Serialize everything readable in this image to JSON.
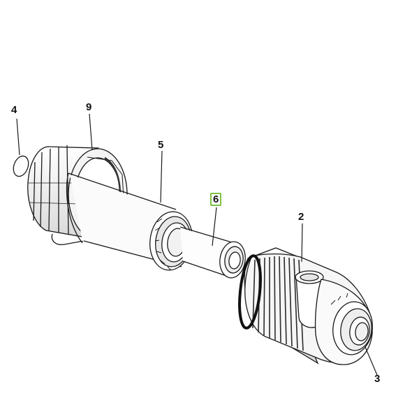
{
  "diagram": {
    "callouts": [
      {
        "id": "part-4",
        "label": "4"
      },
      {
        "id": "part-9",
        "label": "9"
      },
      {
        "id": "part-5",
        "label": "5"
      },
      {
        "id": "part-6",
        "label": "6",
        "highlighted": true
      },
      {
        "id": "part-2",
        "label": "2"
      },
      {
        "id": "part-3",
        "label": "3"
      }
    ],
    "colors": {
      "line": "#1a1a1a",
      "highlight": "#7dc243"
    }
  }
}
